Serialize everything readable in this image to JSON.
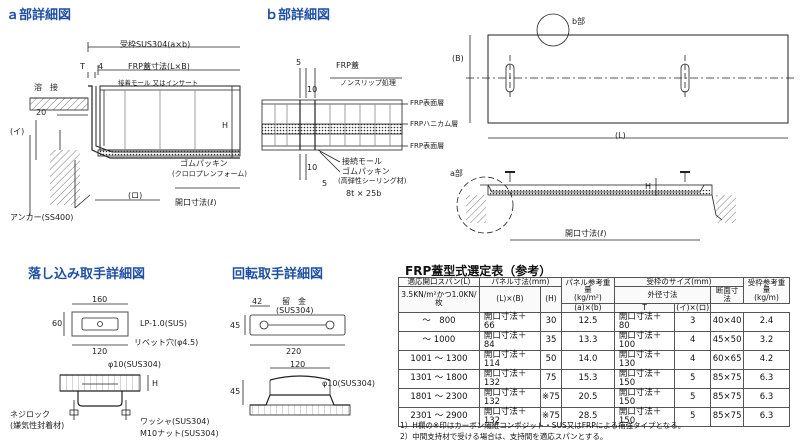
{
  "headings": {
    "a_detail": "ａ部詳細図",
    "b_detail": "ｂ部詳細図",
    "drop_handle": "落し込み取手詳細図",
    "rotary_handle": "回転取手詳細図"
  },
  "a_detail": {
    "receiving_frame": "受枠SUS304(a×b)",
    "frp_cover_dim": "FRP蓋寸法(L×B)",
    "t_label": "T",
    "dim_4": "4",
    "welding": "溶　接",
    "moulding": "接着モール 又はインサート",
    "i_label": "(イ)",
    "dim_20": "20",
    "h_label": "H",
    "rubber_packing": "ゴムパッキン",
    "chloroprene": "(クロロプレンフォーム)",
    "ro_label": "(ロ)",
    "anchor": "アンカー(SS400)",
    "opening": "開口寸法(ℓ)"
  },
  "b_detail": {
    "dim_5a": "5",
    "dim_10a": "10",
    "frp_cover": "FRP蓋",
    "nonslip": "ノンスリップ処理",
    "surface_top": "FRP表面層",
    "honeycomb": "FRPハニカム層",
    "surface_bottom": "FRP表面層",
    "moulding": "接続モール",
    "rubber_packing": "ゴムパッキン",
    "seal_material": "(高弾性シーリング材)",
    "dim_10b": "10",
    "dim_5b": "5",
    "bolt_spec": "8t × 25b"
  },
  "overview": {
    "b_part": "b部",
    "b_dim": "(B)",
    "l_dim": "(L)",
    "a_part": "a部",
    "h_label": "H",
    "opening": "開口寸法(ℓ)"
  },
  "drop_handle": {
    "dim_160": "160",
    "dim_60": "60",
    "lp": "LP-1.0(SUS)",
    "rivet": "リベット穴(φ4.5)",
    "dim_120": "120",
    "phi10": "φ10(SUS304)",
    "h_label": "H",
    "neji_lock": "ネジロック",
    "anaerobic": "(嫌気性封着材)",
    "washer": "ワッシャ(SUS304)",
    "nut": "M10ナット(SUS304)"
  },
  "rotary_handle": {
    "dim_42": "42",
    "clasp": "留　金",
    "clasp_mat": "(SUS304)",
    "dim_45a": "45",
    "dim_220": "220",
    "dim_120": "120",
    "phi10": "φ10(SUS304)",
    "dim_45b": "45"
  },
  "table": {
    "title": "FRP蓋型式選定表（参考）",
    "headers": {
      "span": "適応開口スパン(L)",
      "load": "3.5KN/m²かつ1.0KN/枚",
      "panel_dim": "パネル寸法(mm)",
      "lb": "(L)×(B)",
      "h": "(H)",
      "panel_weight": "パネル参考重量",
      "panel_weight_unit": "(kg/m²)",
      "frame_size": "受枠のサイズ(mm)",
      "outer_dim": "外径寸法",
      "ab": "(a)×(b)",
      "t": "T",
      "section_dim": "断面寸法",
      "i_ro": "(イ)×(ロ)",
      "frame_weight": "受枠参考重量",
      "frame_weight_unit": "(kg/m)"
    },
    "rows": [
      {
        "span": "～　800",
        "lb": "開口寸法＋ 66",
        "h": "30",
        "pw": "12.5",
        "ab": "開口寸法＋ 80",
        "t": "3",
        "sec": "40×40",
        "fw": "2.4"
      },
      {
        "span": "～ 1000",
        "lb": "開口寸法＋ 84",
        "h": "35",
        "pw": "13.3",
        "ab": "開口寸法＋100",
        "t": "4",
        "sec": "45×50",
        "fw": "3.2"
      },
      {
        "span": "1001 ～ 1300",
        "lb": "開口寸法＋114",
        "h": "50",
        "pw": "14.0",
        "ab": "開口寸法＋130",
        "t": "4",
        "sec": "60×65",
        "fw": "4.2"
      },
      {
        "span": "1301 ～ 1800",
        "lb": "開口寸法＋132",
        "h": "75",
        "pw": "15.3",
        "ab": "開口寸法＋150",
        "t": "5",
        "sec": "85×75",
        "fw": "6.3"
      },
      {
        "span": "1801 ～ 2300",
        "lb": "開口寸法＋132",
        "h": "※75",
        "pw": "20.5",
        "ab": "開口寸法＋150",
        "t": "5",
        "sec": "85×75",
        "fw": "6.3"
      },
      {
        "span": "2301 ～ 2900",
        "lb": "開口寸法＋132",
        "h": "※75",
        "pw": "28.5",
        "ab": "開口寸法＋150",
        "t": "5",
        "sec": "85×75",
        "fw": "6.3"
      }
    ],
    "note1": "1）H欄の※印はカーボン繊維コンポジット・SUS又はFRPによる補強タイプとなる。",
    "note2": "2）中間支持材で受ける場合は、支持間を適応スパンとする。"
  }
}
